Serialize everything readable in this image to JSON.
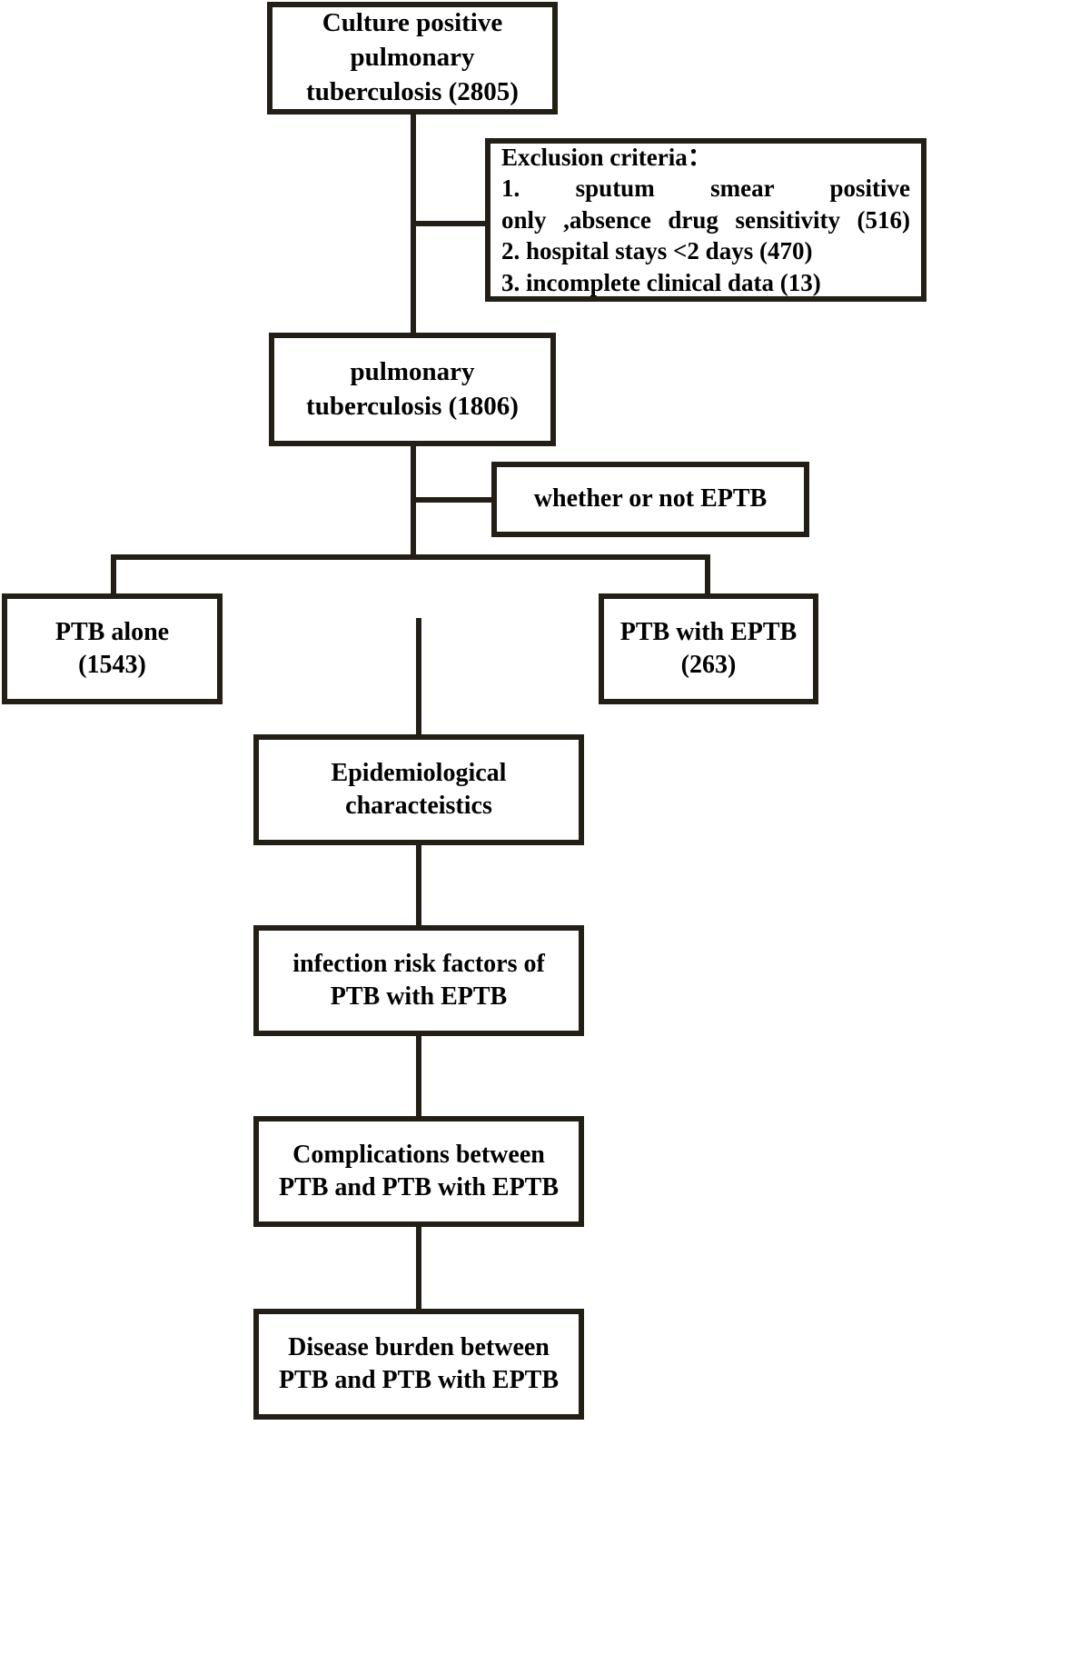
{
  "figure": {
    "type": "flowchart",
    "title": "Study population selection flowchart for culture positive pulmonary tuberculosis",
    "colors": {
      "stroke": "#231f16",
      "fill": "#ffffff",
      "text": "#000000"
    }
  },
  "nodes": {
    "culture_positive": {
      "id": "culture-positive-box",
      "lines": [
        "Culture positive",
        "pulmonary",
        "tuberculosis (2805)"
      ],
      "count": 2805
    },
    "exclusion": {
      "id": "exclusion-criteria-box",
      "heading": "Exclusion criteria：",
      "lines": [
        "1.  sputum smear positive",
        "only ,absence  drug sensitivity (516)",
        "2.  hospital stays <2 days (470)",
        "3.  incomplete clinical data (13)"
      ],
      "items": [
        {
          "number": "1.",
          "text": "sputum smear positive only ,absence drug sensitivity (516)",
          "count": 516
        },
        {
          "number": "2.",
          "text": "hospital stays <2 days (470)",
          "count": 470
        },
        {
          "number": "3.",
          "text": "incomplete clinical data (13)",
          "count": 13
        }
      ]
    },
    "pulmonary_tb": {
      "id": "pulmonary-tuberculosis-box",
      "lines": [
        "pulmonary",
        "tuberculosis (1806)"
      ],
      "count": 1806
    },
    "whether_eptb": {
      "id": "whether-or-not-eptb-box",
      "lines": [
        "whether or not EPTB"
      ]
    },
    "ptb_alone": {
      "id": "ptb-alone-box",
      "lines": [
        "PTB alone",
        "(1543)"
      ],
      "count": 1543
    },
    "ptb_with_eptb": {
      "id": "ptb-with-eptb-box",
      "lines": [
        "PTB with EPTB",
        "(263)"
      ],
      "count": 263
    },
    "epidemiological": {
      "id": "epidemiological-characteistics-box",
      "lines": [
        "Epidemiological",
        "characteistics"
      ]
    },
    "risk_factors": {
      "id": "infection-risk-factors-box",
      "lines": [
        "infection risk factors of",
        "PTB with EPTB"
      ]
    },
    "complications": {
      "id": "complications-box",
      "lines": [
        "Complications between",
        "PTB and PTB with EPTB"
      ]
    },
    "disease_burden": {
      "id": "disease-burden-box",
      "lines": [
        "Disease burden between",
        "PTB and PTB with EPTB"
      ]
    }
  }
}
